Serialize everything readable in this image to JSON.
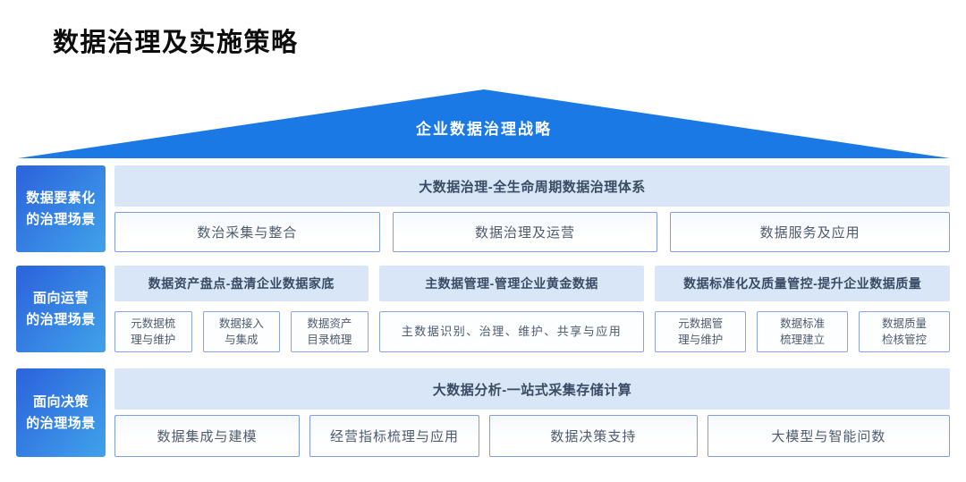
{
  "page": {
    "title": "数据治理及实施策略"
  },
  "roof": {
    "label": "企业数据治理战略"
  },
  "colors": {
    "roof_blue": "#1a79e5",
    "side_label_gradient_start": "#2d67de",
    "side_label_gradient_end": "#3f9fe9",
    "header_bg": "#d9e6f8",
    "header_text": "#3a4b63",
    "box_border": "#7e9ce1",
    "subbox_border": "#8ca3e6",
    "box_text": "#4e5a6e"
  },
  "rows": [
    {
      "label_lines": [
        "数据要素化",
        "的治理场景"
      ],
      "header": "大数据治理-全生命周期数据治理体系",
      "boxes": [
        "数治采集与整合",
        "数据治理及运营",
        "数据服务及应用"
      ]
    },
    {
      "label_lines": [
        "面向运营",
        "的治理场景"
      ],
      "columns": [
        {
          "header": "数据资产盘点-盘清企业数据家底",
          "boxes": [
            [
              "元数据梳",
              "理与维护"
            ],
            [
              "数据接入",
              "与集成"
            ],
            [
              "数据资产",
              "目录梳理"
            ]
          ]
        },
        {
          "header": "主数据管理-管理企业黄金数据",
          "boxes": [
            [
              "主数据识别、治理、维护、共享与应用"
            ]
          ]
        },
        {
          "header": "数据标准化及质量管控-提升企业数据质量",
          "boxes": [
            [
              "元数据管",
              "理与维护"
            ],
            [
              "数据标准",
              "梳理建立"
            ],
            [
              "数据质量",
              "检核管控"
            ]
          ]
        }
      ]
    },
    {
      "label_lines": [
        "面向决策",
        "的治理场景"
      ],
      "header": "大数据分析-一站式采集存储计算",
      "boxes": [
        "数据集成与建模",
        "经营指标梳理与应用",
        "数据决策支持",
        "大模型与智能问数"
      ]
    }
  ]
}
